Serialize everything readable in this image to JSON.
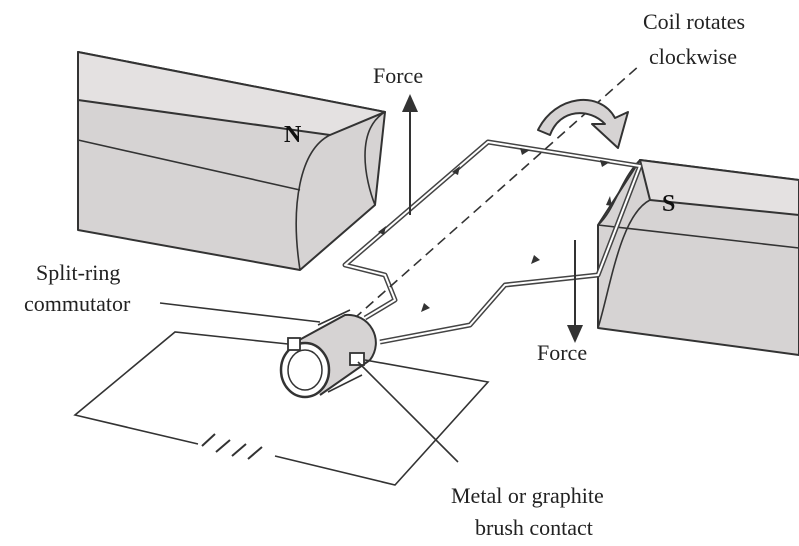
{
  "labels": {
    "pole_north": "N",
    "pole_south": "S",
    "force_top": "Force",
    "force_bottom": "Force",
    "rotation_line1": "Coil rotates",
    "rotation_line2": "clockwise",
    "commutator_line1": "Split-ring",
    "commutator_line2": "commutator",
    "brush_line1": "Metal or graphite",
    "brush_line2": "brush contact"
  },
  "colors": {
    "magnet_fill": "#d6d3d3",
    "stroke": "#333333",
    "text": "#222222"
  }
}
